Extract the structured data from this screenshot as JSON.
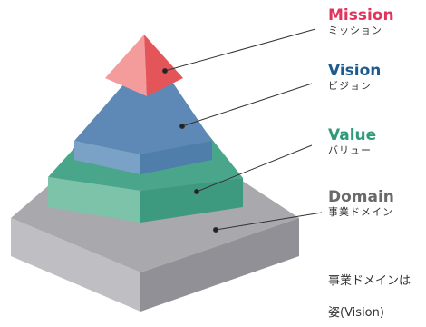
{
  "layers": [
    {
      "key": "mission",
      "title": "Mission",
      "subtitle": "ミッション",
      "color": "#e0345c",
      "top_color": "#f07f80",
      "left_color": "#f49b9c",
      "right_color": "#e4555a"
    },
    {
      "key": "vision",
      "title": "Vision",
      "subtitle": "ビジョン",
      "color": "#1c5a8f",
      "top_color": "#5e88b5",
      "left_color": "#7aa2c7",
      "right_color": "#4f7eab"
    },
    {
      "key": "value",
      "title": "Value",
      "subtitle": "バリュー",
      "color": "#2f9a7a",
      "top_color": "#4aa68b",
      "left_color": "#7dc3a9",
      "right_color": "#3e9a7e"
    },
    {
      "key": "domain",
      "title": "Domain",
      "subtitle": "事業ドメイン",
      "color": "#6a6a6a",
      "top_color": "#a8a8ad",
      "left_color": "#bfbfc3",
      "right_color": "#909096"
    }
  ],
  "notes": [
    "事業ドメインは",
    "姿(Vision)"
  ]
}
